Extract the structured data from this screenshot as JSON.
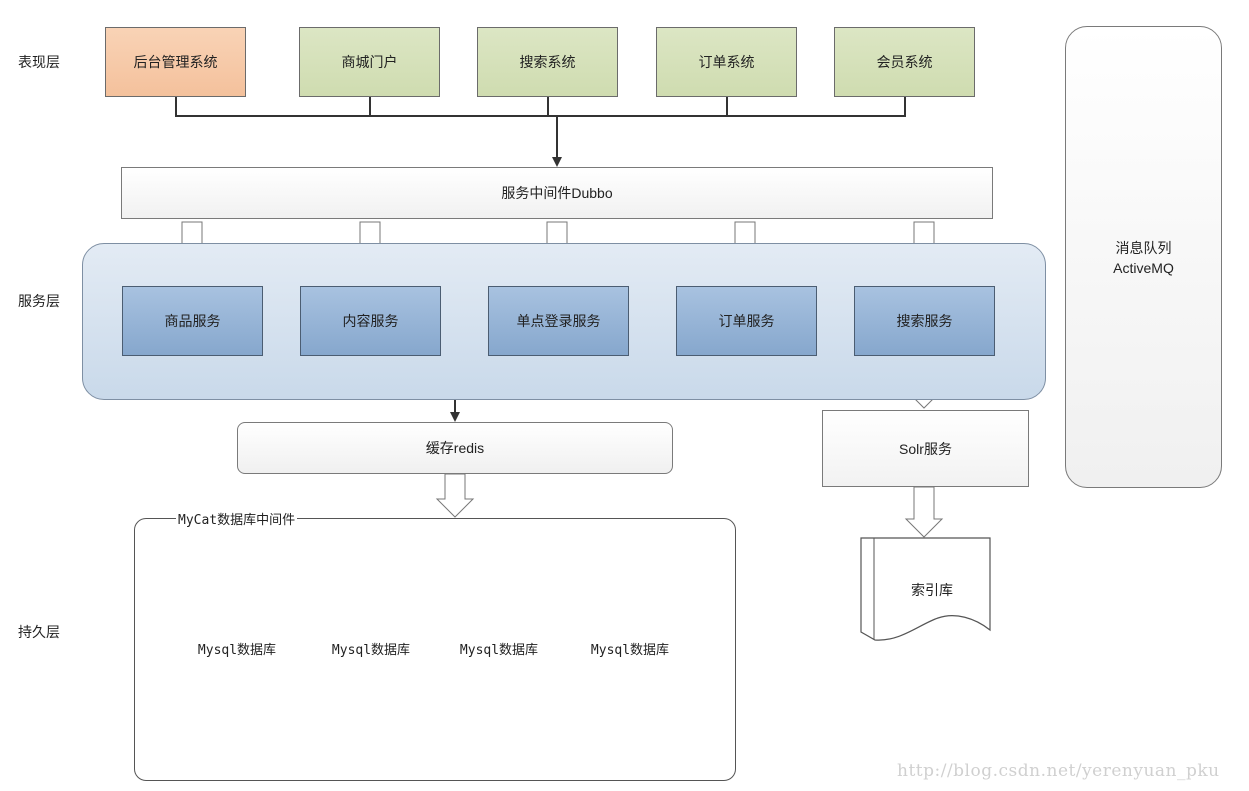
{
  "layers": {
    "presentation": "表现层",
    "service": "服务层",
    "persistence": "持久层"
  },
  "presentation_systems": {
    "admin": "后台管理系统",
    "portal": "商城门户",
    "search": "搜索系统",
    "order": "订单系统",
    "member": "会员系统"
  },
  "middleware": "服务中间件Dubbo",
  "services": {
    "product": "商品服务",
    "content": "内容服务",
    "sso": "单点登录服务",
    "order": "订单服务",
    "search": "搜索服务"
  },
  "cache": "缓存redis",
  "solr": "Solr服务",
  "index_store": "索引库",
  "message_queue": {
    "line1": "消息队列",
    "line2": "ActiveMQ"
  },
  "database_middleware": "MyCat数据库中间件",
  "databases": [
    "Mysql数据库",
    "Mysql数据库",
    "Mysql数据库",
    "Mysql数据库"
  ],
  "watermark": "http://blog.csdn.net/yerenyuan_pku",
  "colors": {
    "admin_fill": "#f4c19c",
    "portal_fill": "#cfdcb0",
    "service_fill": "#86a7cd",
    "service_panel": "#c9d9ea"
  }
}
